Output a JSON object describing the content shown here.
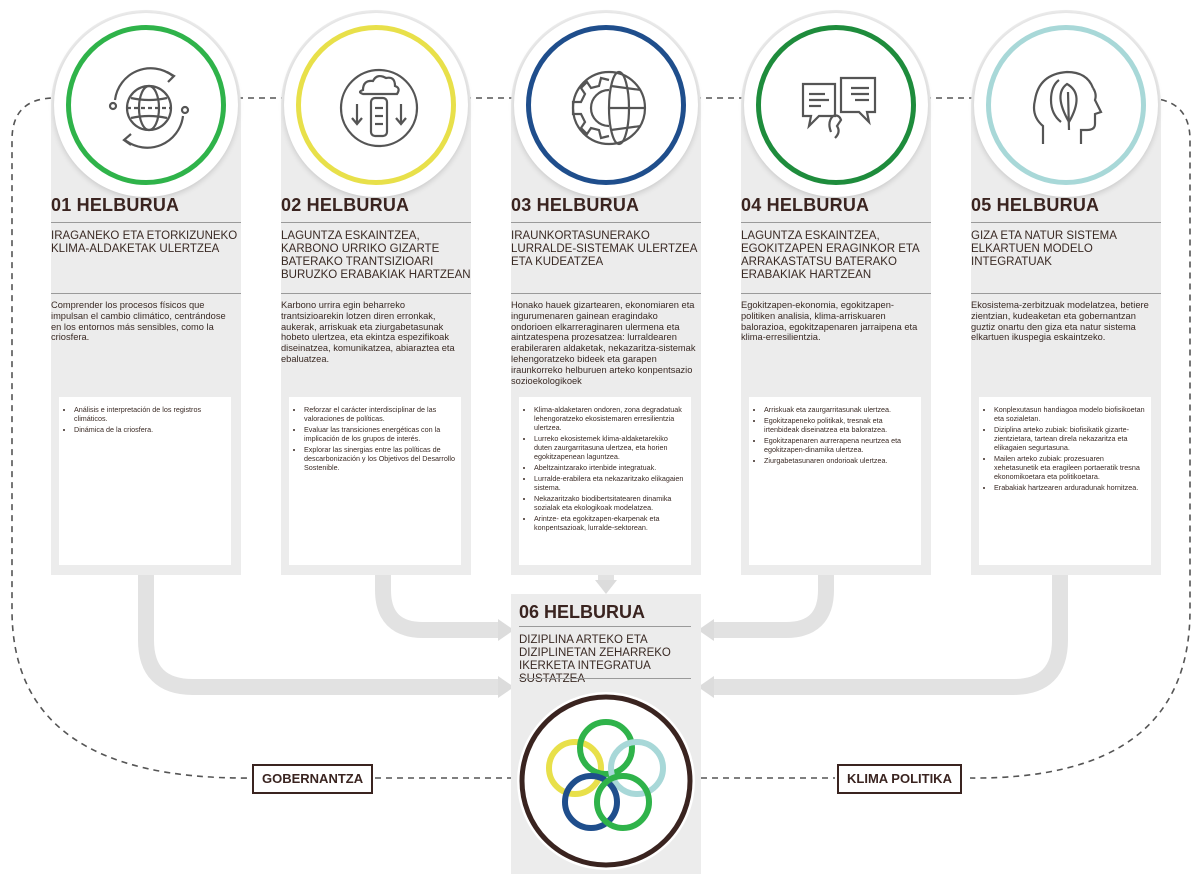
{
  "goals": [
    {
      "title": "01 HELBURUA",
      "ring_color": "#2fb34a",
      "icon": "globe-cycle-icon",
      "subtitle": "IRAGANEKO ETA ETORKIZUNEKO KLIMA-ALDAKETAK ULERTZEA",
      "description": "Comprender los procesos físicos que impulsan el cambio climático, centrándose en los entornos más sensibles, como la criosfera.",
      "bullets": [
        "Análisis e interpretación de los registros climáticos.",
        "Dinámica de la criosfera."
      ]
    },
    {
      "title": "02 HELBURUA",
      "ring_color": "#e8e04a",
      "icon": "cloud-thermometer-icon",
      "subtitle": "LAGUNTZA ESKAINTZEA, KARBONO URRIKO GIZARTE BATERAKO TRANTSIZIOARI BURUZKO ERABAKIAK HARTZEAN",
      "description": "Karbono urrira egin beharreko trantsizioarekin lotzen diren erronkak, aukerak, arriskuak eta ziurgabetasunak hobeto ulertzea, eta ekintza espezifikoak diseinatzea, komunikatzea, abiaraztea eta ebaluatzea.",
      "bullets": [
        "Reforzar el carácter interdisciplinar de las valoraciones de políticas.",
        "Evaluar las transiciones energéticas con la implicación de los grupos de interés.",
        "Explorar las sinergias entre las políticas de descarbonización y los Objetivos del Desarrollo Sostenible."
      ]
    },
    {
      "title": "03 HELBURUA",
      "ring_color": "#1f4e8c",
      "icon": "gear-globe-icon",
      "subtitle": "IRAUNKORTASUNERAKO LURRALDE-SISTEMAK ULERTZEA ETA KUDEATZEA",
      "description": "Honako hauek gizartearen, ekonomiaren eta ingurumenaren gainean eragindako ondorioen elkarreraginaren ulermena eta aintzatespena prozesatzea: lurraldearen erabileraren aldaketak, nekazaritza-sistemak lehengoratzeko bideek eta garapen iraunkorreko helburuen arteko konpentsazio sozioekologikoek",
      "bullets": [
        "Klima-aldaketaren ondoren, zona degradatuak lehengoratzeko ekosistemaren erresilientzia ulertzea.",
        "Lurreko ekosistemek klima-aldaketarekiko duten zaurgarritasuna ulertzea, eta horien egokitzapenean laguntzea.",
        "Abeltzaintzarako irtenbide integratuak.",
        "Lurralde-erabilera eta nekazaritzako elikagaien sistema.",
        "Nekazaritzako biodibertsitatearen dinamika sozialak eta ekologikoak modelatzea.",
        "Arintze- eta egokitzapen-ekarpenak eta konpentsazioak, lurralde-sektorean."
      ]
    },
    {
      "title": "04 HELBURUA",
      "ring_color": "#1e8c3c",
      "icon": "speech-faces-icon",
      "subtitle": "LAGUNTZA ESKAINTZEA, EGOKITZAPEN ERAGINKOR ETA ARRAKASTATSU BATERAKO ERABAKIAK HARTZEAN",
      "description": "Egokitzapen-ekonomia, egokitzapen-politiken analisia, klima-arriskuaren balorazioa, egokitzapenaren jarraipena eta klima-erresilientzia.",
      "bullets": [
        "Arriskuak eta zaurgarritasunak ulertzea.",
        "Egokitzapeneko politikak, tresnak eta irtenbideak diseinatzea eta baloratzea.",
        "Egokitzapenaren aurrerapena neurtzea eta egokitzapen-dinamika ulertzea.",
        "Ziurgabetasunaren ondorioak ulertzea."
      ]
    },
    {
      "title": "05 HELBURUA",
      "ring_color": "#a8d8d8",
      "icon": "head-leaf-icon",
      "subtitle": "GIZA ETA NATUR SISTEMA ELKARTUEN MODELO INTEGRATUAK",
      "description": "Ekosistema-zerbitzuak modelatzea, betiere zientzian, kudeaketan eta gobernantzan guztiz onartu den giza eta natur sistema elkartuen ikuspegia eskaintzeko.",
      "bullets": [
        "Konplexutasun handiagoa modelo biofisikoetan eta sozialetan.",
        "Diziplina arteko zubiak: biofisikatik gizarte-zientzietara, tartean direla nekazaritza eta elikagaien segurtasuna.",
        "Mailen arteko zubiak: prozesuaren xehetasunetik eta eragileen portaeratik tresna ekonomikoetara eta politikoetara.",
        "Erabakiak hartzearen arduradunak hornitzea."
      ]
    }
  ],
  "goal6": {
    "title": "06 HELBURUA",
    "subtitle": "DIZIPLINA ARTEKO ETA DIZIPLINETAN ZEHARREKO IKERKETA INTEGRATUA SUSTATZEA"
  },
  "tags": {
    "left": "GOBERNANTZA",
    "right": "KLIMA POLITIKA"
  },
  "colors": {
    "ring6": "#3a2420",
    "rings": [
      "#e8e04a",
      "#2fb34a",
      "#a8d8d8",
      "#1f4e8c",
      "#2fb34a"
    ]
  }
}
